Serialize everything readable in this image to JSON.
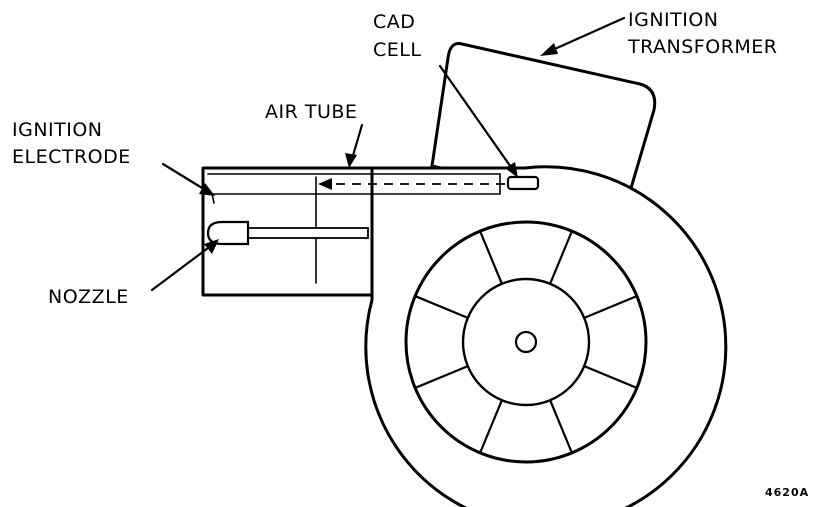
{
  "labels": {
    "cad_cell_line1": "CAD",
    "cad_cell_line2": "CELL",
    "ignition_transformer_line1": "IGNITION",
    "ignition_transformer_line2": "TRANSFORMER",
    "air_tube": "AIR TUBE",
    "ignition_electrode_line1": "IGNITION",
    "ignition_electrode_line2": "ELECTRODE",
    "nozzle": "NOZZLE",
    "figure_id": "4620A"
  },
  "colors": {
    "ink": "#000000",
    "paper": "#ffffff"
  }
}
